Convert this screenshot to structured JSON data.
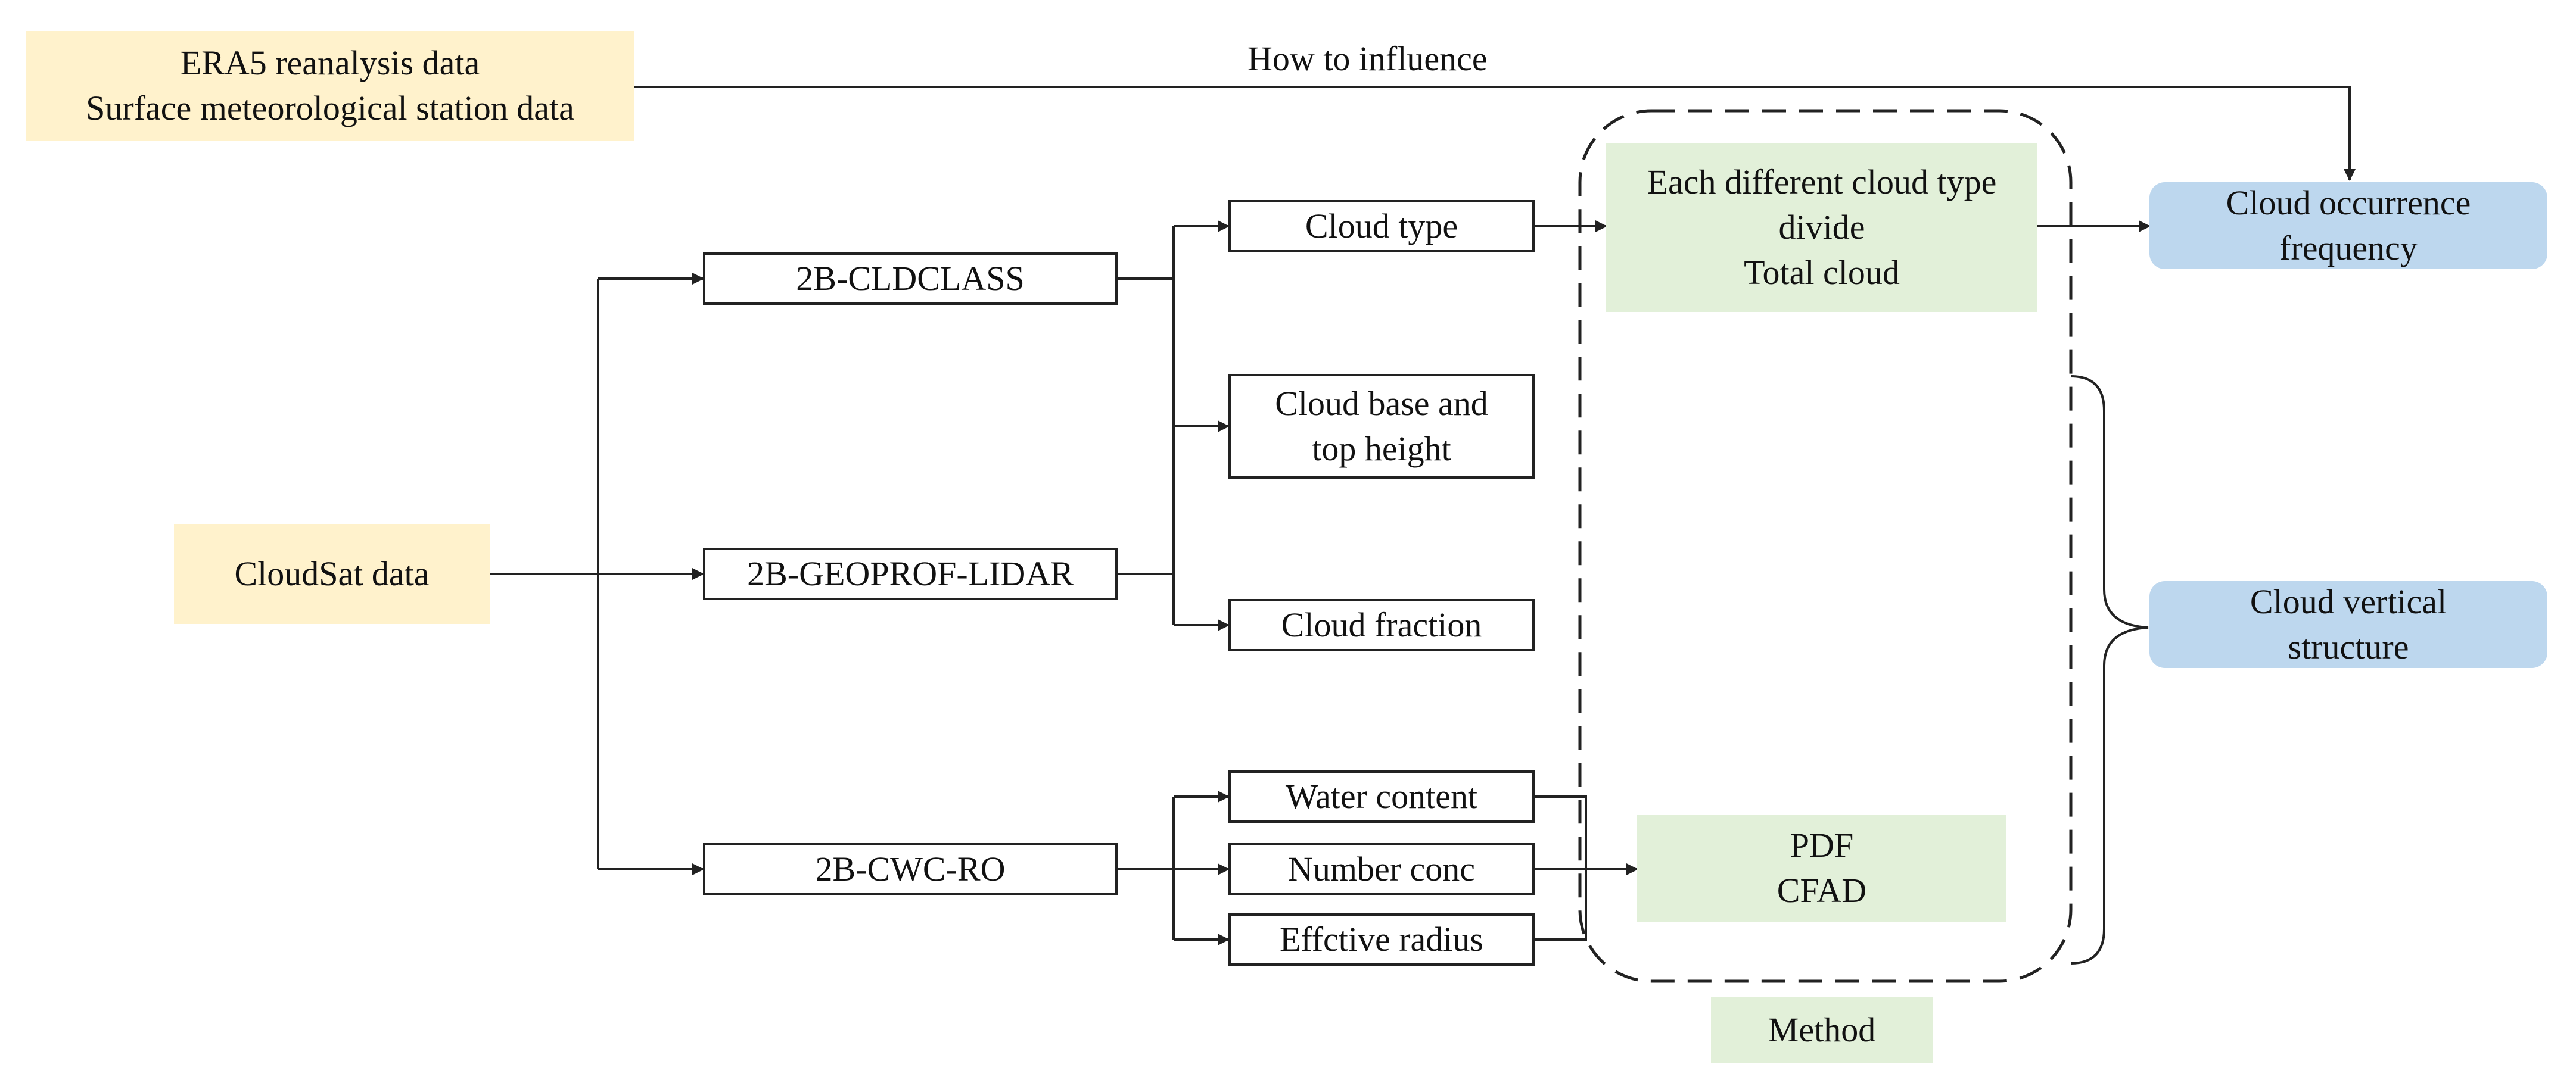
{
  "diagram": {
    "sources": {
      "external": [
        "ERA5 reanalysis data",
        "Surface meteorological station data"
      ],
      "cloudsat": "CloudSat data"
    },
    "products": {
      "cldclass": "2B-CLDCLASS",
      "geoprof_lidar": "2B-GEOPROF-LIDAR",
      "cwc_ro": "2B-CWC-RO"
    },
    "variables": {
      "cloud_type": "Cloud type",
      "cloud_base_top": [
        "Cloud base and",
        "top height"
      ],
      "cloud_fraction": "Cloud fraction",
      "water_content": "Water content",
      "number_conc": "Number conc",
      "effective_radius": "Effctive radius"
    },
    "methods": {
      "cloud_type_divide": [
        "Each different cloud type",
        "divide",
        "Total cloud"
      ],
      "pdf_cfad": [
        "PDF",
        "CFAD"
      ],
      "label": "Method"
    },
    "outputs": {
      "occurrence": [
        "Cloud occurrence",
        "frequency"
      ],
      "vertical": [
        "Cloud vertical",
        "structure"
      ]
    },
    "annotation": "How to influence",
    "colors": {
      "input": "#fff2cc",
      "method": "#e2f0d9",
      "output": "#bdd7ee",
      "line": "#222222"
    }
  }
}
